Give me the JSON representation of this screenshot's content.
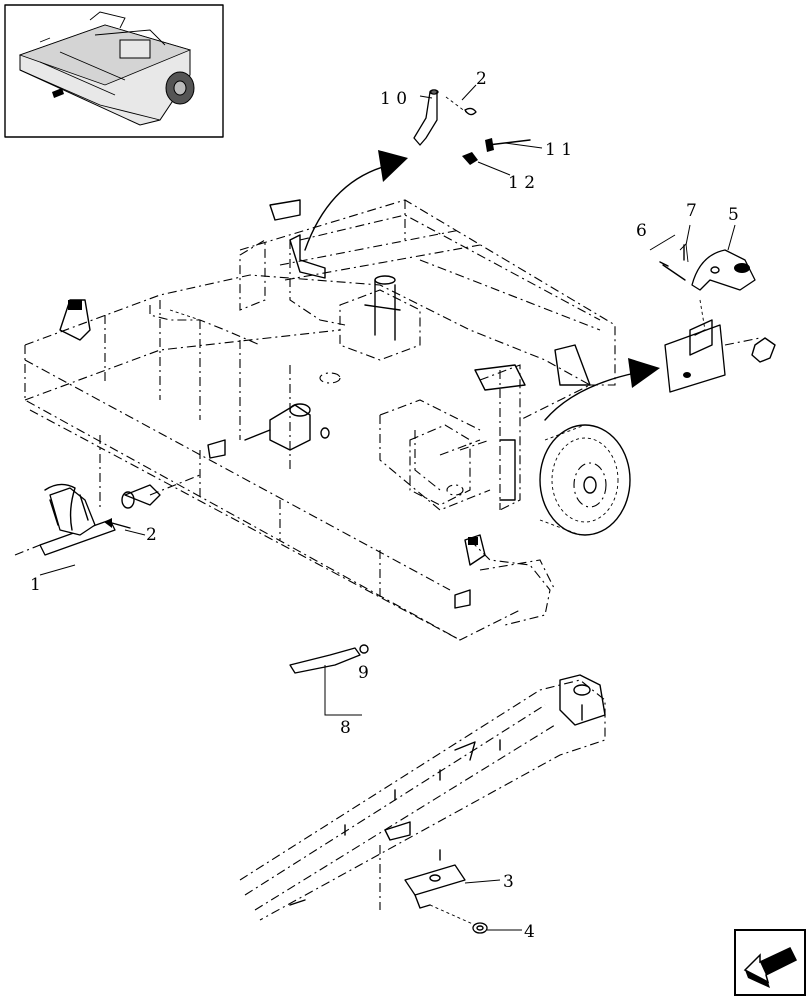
{
  "callouts": {
    "c1": "1",
    "c2a": "2",
    "c2b": "2",
    "c3": "3",
    "c4": "4",
    "c5": "5",
    "c6": "6",
    "c7": "7",
    "c8": "8",
    "c9": "9",
    "c10": "1 0",
    "c11": "1 1",
    "c12": "1 2"
  },
  "icons": {
    "nav": "next-page-arrow-icon",
    "thumb": "mower-overview-thumbnail"
  }
}
